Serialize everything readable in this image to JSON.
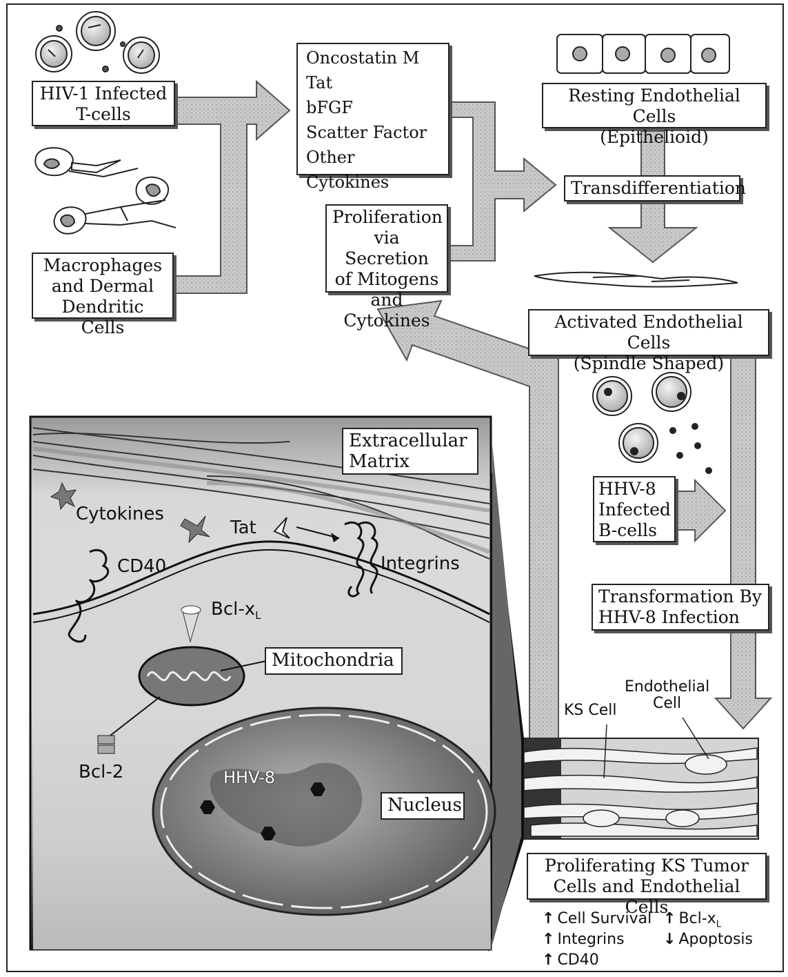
{
  "labels": {
    "hiv_tcells": "HIV-1 Infected\nT-cells",
    "macrophages": "Macrophages\nand Dermal\nDendritic Cells",
    "cytokine_list": "Oncostatin M\nTat\nbFGF\nScatter Factor\nOther Cytokines",
    "proliferation": "Proliferation\nvia Secretion\nof Mitogens\nand Cytokines",
    "resting": "Resting Endothelial Cells\n(Epithelioid)",
    "transdiff": "Transdifferentiation",
    "activated": "Activated Endothelial Cells\n(Spindle Shaped)",
    "hhv8_bcells": "HHV-8\nInfected\nB-cells",
    "transformation": "Transformation By\nHHV-8 Infection",
    "ks_cell": "KS Cell",
    "endothelial_cell": "Endothelial\nCell",
    "proliferating": "Proliferating KS Tumor\nCells and Endothelial Cells",
    "ecm": "Extracellular\nMatrix",
    "cytokines": "Cytokines",
    "tat": "Tat",
    "cd40": "CD40",
    "integrins": "Integrins",
    "bclxl": "Bcl-x",
    "bclxl_sub": "L",
    "mitochondria": "Mitochondria",
    "bcl2": "Bcl-2",
    "hhv8": "HHV-8",
    "nucleus": "Nucleus"
  },
  "effects": {
    "cell_survival": "Cell Survival",
    "integrins": "Integrins",
    "cd40": "CD40",
    "bclxl": "Bcl-x",
    "bclxl_sub": "L",
    "apoptosis": "Apoptosis"
  },
  "colors": {
    "arrow_fill": "#c8c8c8",
    "arrow_stroke": "#555555",
    "panel_dark": "#2a2a2a"
  }
}
